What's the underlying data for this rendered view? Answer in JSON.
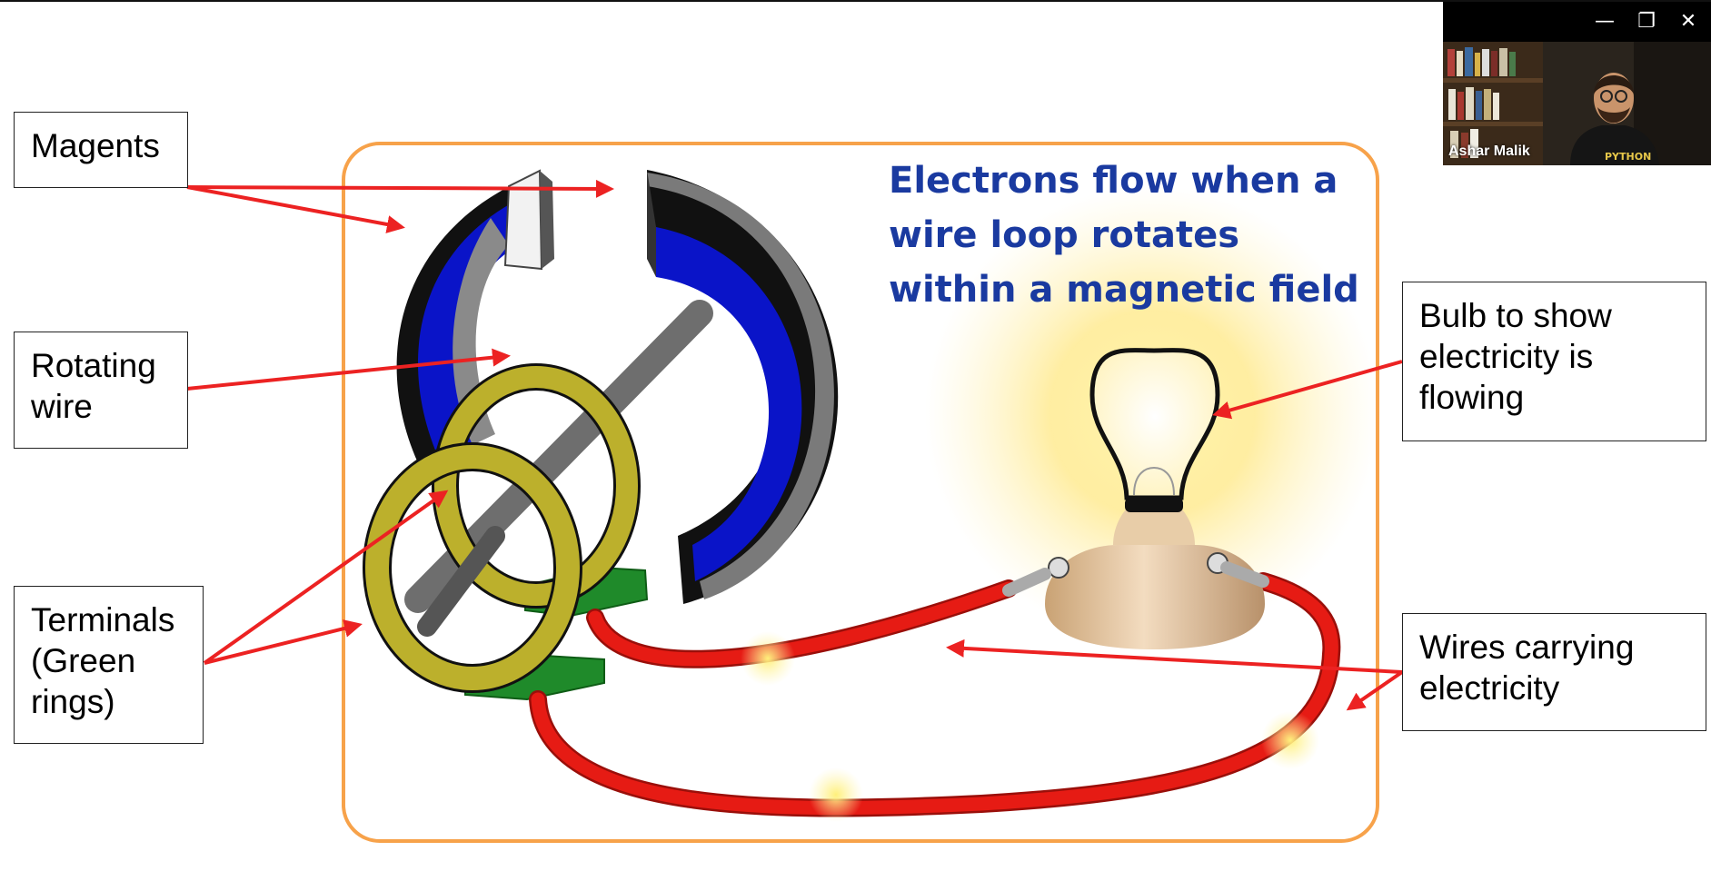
{
  "window": {
    "minimize_glyph": "—",
    "restore_glyph": "❐",
    "close_glyph": "✕"
  },
  "slide": {
    "diagram_title_lines": [
      "Electrons flow when a",
      "wire loop rotates",
      "within a magnetic field"
    ],
    "labels": {
      "magnets": "Magents",
      "rotating_wire": "Rotating\nwire",
      "terminals": "Terminals\n(Green\nrings)",
      "bulb": "Bulb to show\nelectricity is\nflowing",
      "wires": "Wires carrying\nelectricity"
    }
  },
  "video": {
    "participant_name": "Ashar Malik",
    "shirt_text": "PYTHON"
  },
  "colors": {
    "frame_orange": "#f7a24a",
    "title_blue": "#1a3aa0",
    "magnet_blue": "#0a14c8",
    "ring_yellow": "#bcb02c",
    "terminal_green": "#1f8a2a",
    "wire_red": "#e61b14",
    "arrow_red": "#ec2222"
  }
}
